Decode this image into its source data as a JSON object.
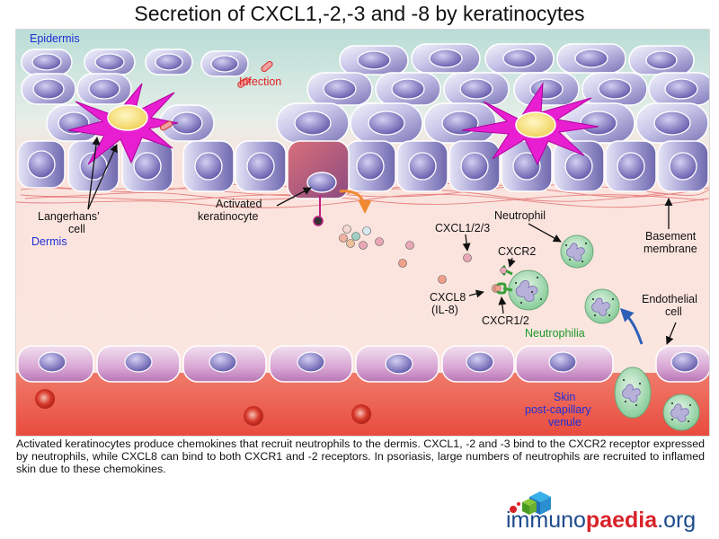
{
  "title": "Secretion of CXCL1,-2,-3 and -8 by keratinocytes",
  "labels": {
    "epidermis": "Epidermis",
    "dermis": "Dermis",
    "infection": "Infection",
    "langerhans_l1": "Langerhans’",
    "langerhans_l2": "cell",
    "activated_l1": "Activated",
    "activated_l2": "keratinocyte",
    "cxcl123": "CXCL1/2/3",
    "neutrophil": "Neutrophil",
    "basement_l1": "Basement",
    "basement_l2": "membrane",
    "cxcr2": "CXCR2",
    "cxcl8_l1": "CXCL8",
    "cxcl8_l2": "(IL-8)",
    "cxcr12": "CXCR1/2",
    "endothelial_l1": "Endothelial",
    "endothelial_l2": "cell",
    "neutrophilia": "Neutrophilia",
    "venule_l1": "Skin",
    "venule_l2": "post-capillary",
    "venule_l3": "venule"
  },
  "caption": "Activated keratinocytes produce chemokines that recruit neutrophils to the dermis. CXCL1, -2 and -3 bind to the CXCR2 receptor expressed by neutrophils, while CXCL8 can bind to both CXCR1 and -2 receptors. In psoriasis, large numbers of neutrophils are recruited to inflamed skin due to these chemokines.",
  "logo": {
    "part1": "immuno",
    "part2": "paedia",
    "part3": ".org"
  },
  "colors": {
    "epidermis_bg": "#cfe6de",
    "dermis_bg": "#fbe0db",
    "vessel": "#e8554a",
    "keratinocyte": "#b8b6e0",
    "langerhans": "#e81fd0",
    "neutrophil": "#9cd6a8",
    "label_blue": "#1e2fd6",
    "label_red": "#e02020",
    "label_green": "#1a9a2a"
  }
}
